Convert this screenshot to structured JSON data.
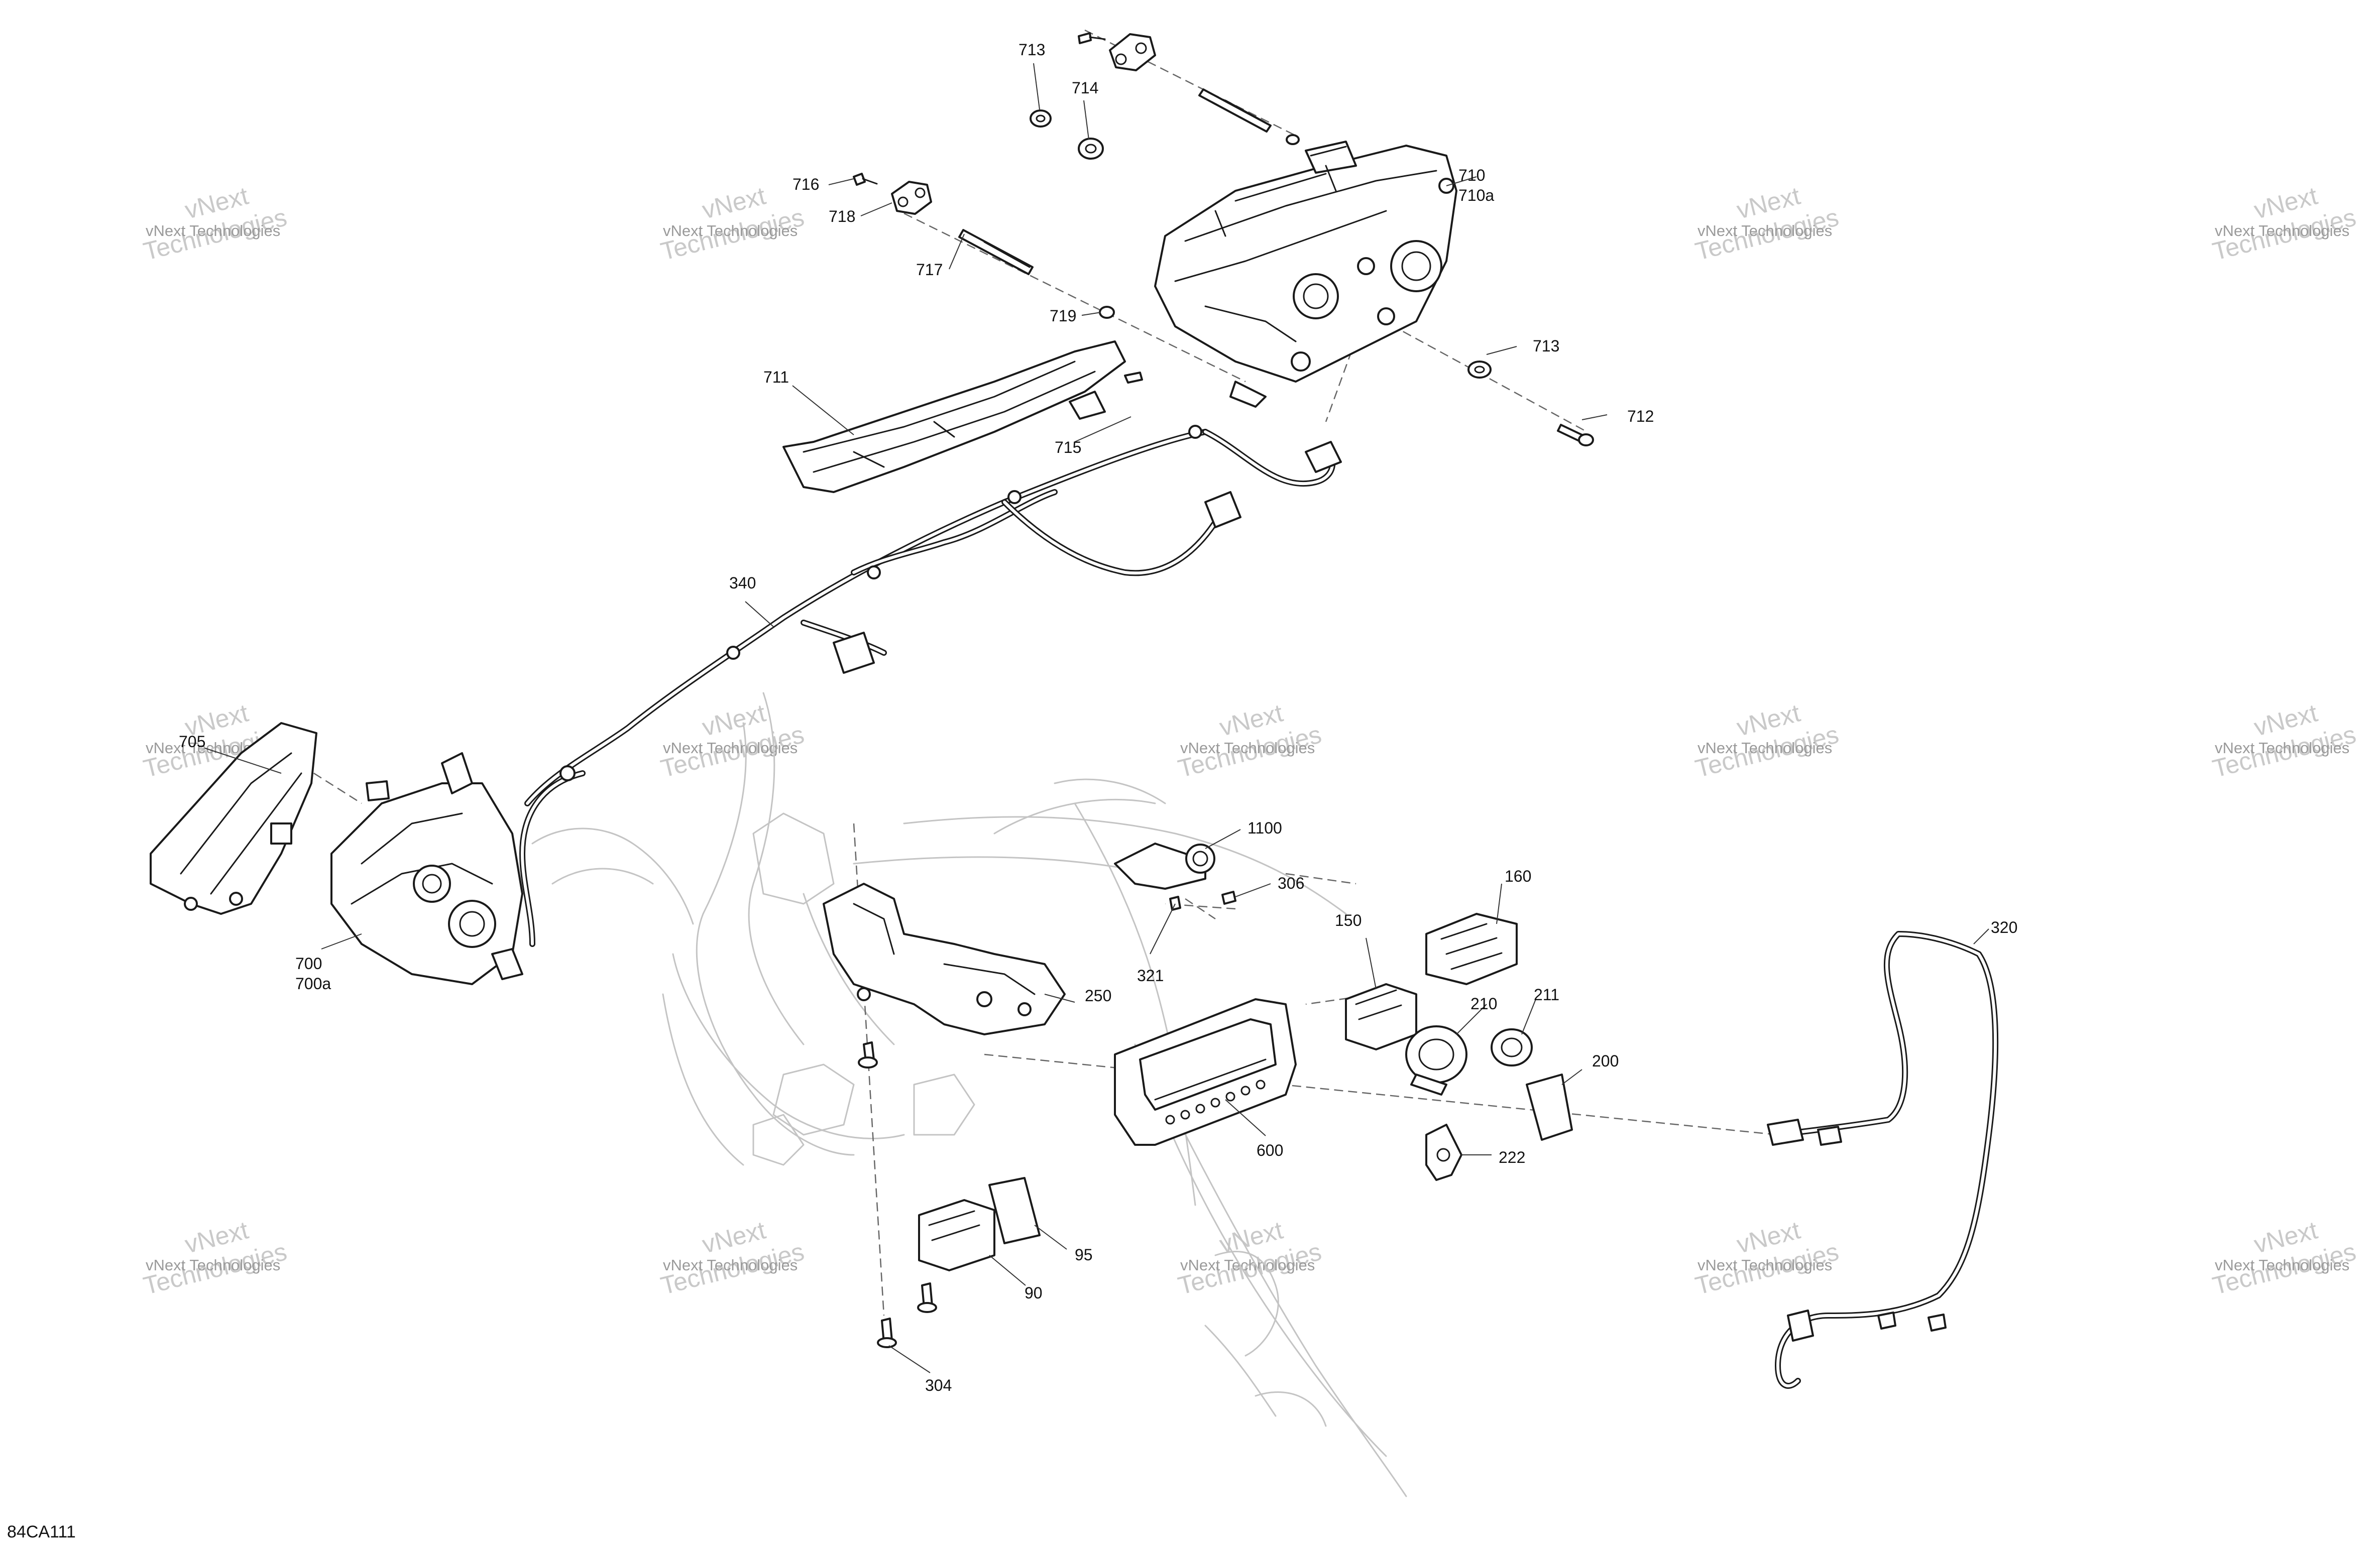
{
  "diagram": {
    "code": "84CA111",
    "callouts": [
      {
        "id": "713a",
        "text": "713"
      },
      {
        "id": "714",
        "text": "714"
      },
      {
        "id": "716",
        "text": "716"
      },
      {
        "id": "718",
        "text": "718"
      },
      {
        "id": "717",
        "text": "717"
      },
      {
        "id": "719",
        "text": "719"
      },
      {
        "id": "710",
        "text": "710"
      },
      {
        "id": "710a",
        "text": "710a"
      },
      {
        "id": "713b",
        "text": "713"
      },
      {
        "id": "712",
        "text": "712"
      },
      {
        "id": "711",
        "text": "711"
      },
      {
        "id": "715",
        "text": "715"
      },
      {
        "id": "340",
        "text": "340"
      },
      {
        "id": "705",
        "text": "705"
      },
      {
        "id": "700",
        "text": "700"
      },
      {
        "id": "700a",
        "text": "700a"
      },
      {
        "id": "1100",
        "text": "1100"
      },
      {
        "id": "306",
        "text": "306"
      },
      {
        "id": "321",
        "text": "321"
      },
      {
        "id": "160",
        "text": "160"
      },
      {
        "id": "150",
        "text": "150"
      },
      {
        "id": "250",
        "text": "250"
      },
      {
        "id": "210",
        "text": "210"
      },
      {
        "id": "211",
        "text": "211"
      },
      {
        "id": "200",
        "text": "200"
      },
      {
        "id": "320",
        "text": "320"
      },
      {
        "id": "600",
        "text": "600"
      },
      {
        "id": "222",
        "text": "222"
      },
      {
        "id": "95",
        "text": "95"
      },
      {
        "id": "90",
        "text": "90"
      },
      {
        "id": "304",
        "text": "304"
      }
    ]
  },
  "watermark": {
    "line1": "vNext Technologies",
    "line2": "vNext",
    "line3": "Technologies"
  }
}
